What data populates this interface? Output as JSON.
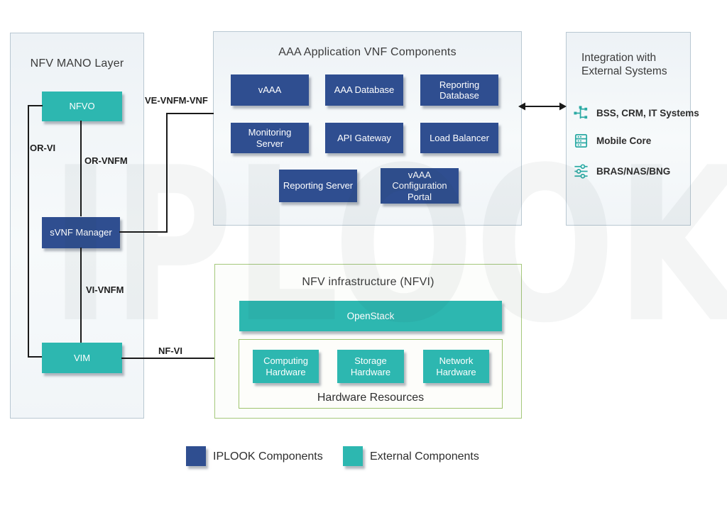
{
  "watermark": "IPLOOK",
  "panels": {
    "mano": {
      "title": "NFV MANO Layer",
      "nodes": [
        {
          "label": "NFVO",
          "type": "external"
        },
        {
          "label": "sVNF Manager",
          "type": "iplook"
        },
        {
          "label": "VIM",
          "type": "external"
        }
      ]
    },
    "aaa": {
      "title": "AAA Application VNF Components",
      "boxes": [
        "vAAA",
        "AAA Database",
        "Reporting Database",
        "Monitoring Server",
        "API Gateway",
        "Load Balancer",
        "Reporting Server",
        "vAAA Configuration Portal"
      ]
    },
    "integration": {
      "title": "Integration with External Systems",
      "items": [
        {
          "icon": "flow-nodes-icon",
          "label": "BSS, CRM, IT Systems"
        },
        {
          "icon": "server-rack-icon",
          "label": "Mobile Core"
        },
        {
          "icon": "sliders-icon",
          "label": "BRAS/NAS/BNG"
        }
      ]
    },
    "nfvi": {
      "title": "NFV infrastructure (NFVI)",
      "openstack": "OpenStack",
      "hardware_group_label": "Hardware Resources",
      "hardware": [
        "Computing Hardware",
        "Storage Hardware",
        "Network Hardware"
      ]
    }
  },
  "connectors": {
    "or_vi": "OR-VI",
    "or_vnfm": "OR-VNFM",
    "vi_vnfm": "VI-VNFM",
    "ve_vnfm_vnf": "VE-VNFM-VNF",
    "nf_vi": "NF-VI"
  },
  "legend": [
    {
      "label": "IPLOOK Components",
      "color": "#2f4e90"
    },
    {
      "label": "External Components",
      "color": "#2db7b0"
    }
  ],
  "colors": {
    "iplook_blue": "#2f4e90",
    "external_teal": "#2db7b0",
    "icon_teal": "#2baaa4",
    "line_black": "#1a1a1a",
    "panel_border_blue": "#b9c8d2",
    "panel_border_green": "#a5c87c"
  }
}
